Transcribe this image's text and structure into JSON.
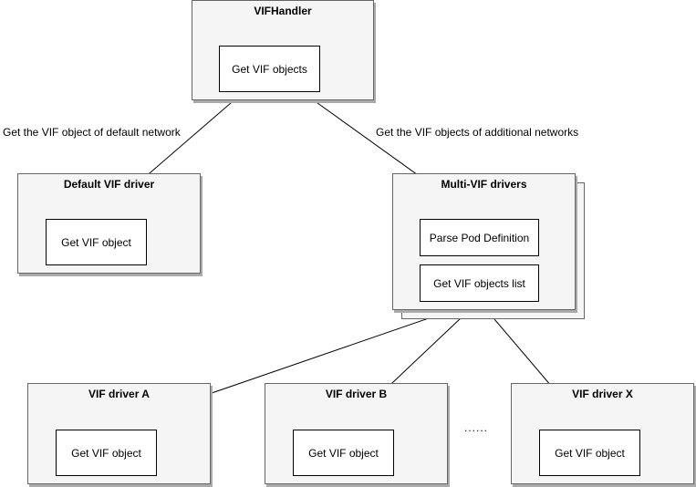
{
  "vif_handler": {
    "title": "VIFHandler",
    "method": "Get VIF objects"
  },
  "default_driver": {
    "title": "Default VIF driver",
    "method": "Get VIF object"
  },
  "multi_vif": {
    "title": "Multi-VIF drivers",
    "step1": "Parse Pod Definition",
    "step2": "Get VIF objects list"
  },
  "edge_labels": {
    "default_network": "Get the VIF object of default network",
    "additional_networks": "Get the VIF objects of additional networks"
  },
  "drivers": [
    {
      "title": "VIF driver A",
      "method": "Get VIF object"
    },
    {
      "title": "VIF driver B",
      "method": "Get VIF object"
    },
    {
      "title": "VIF driver X",
      "method": "Get VIF object"
    }
  ],
  "ellipsis": "......"
}
